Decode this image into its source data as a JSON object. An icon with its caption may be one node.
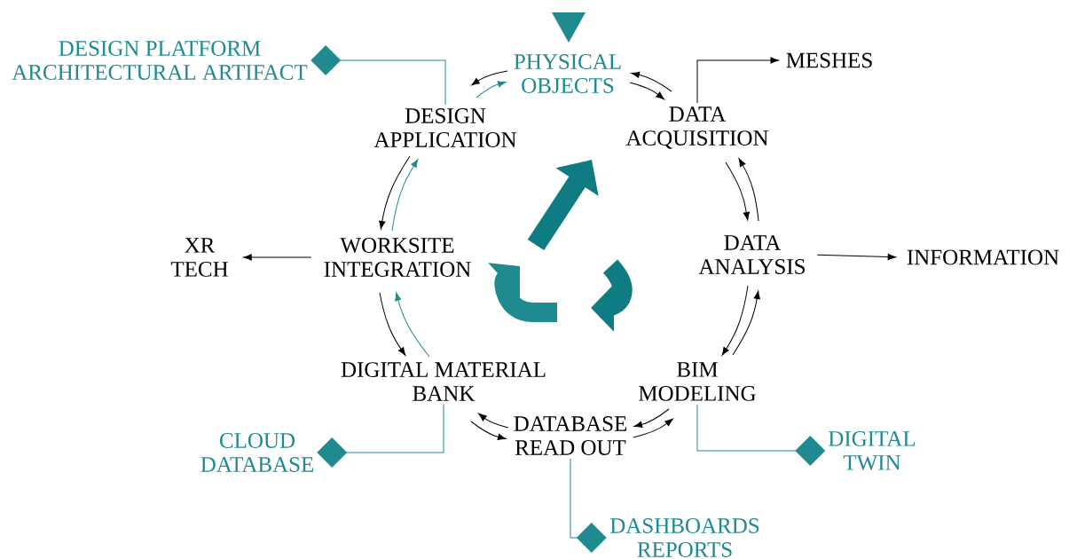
{
  "diagram": {
    "nodes": [
      {
        "text": [
          "PHYSICAL OBJECTS"
        ]
      },
      {
        "text": [
          "DATA ACQUISITION"
        ]
      },
      {
        "text": [
          "DATA ANALYSIS"
        ]
      },
      {
        "text": [
          "BIM MODELING"
        ]
      },
      {
        "text": [
          "DATABASE READ OUT"
        ]
      },
      {
        "text": [
          "DIGITAL MATERIAL BANK"
        ]
      },
      {
        "text": [
          "WORKSITE INTEGRATION"
        ]
      },
      {
        "text": [
          "DESIGN APPLICATION"
        ]
      },
      {
        "text": [
          "MESHES"
        ]
      },
      {
        "text": [
          "INFORMATION"
        ]
      },
      {
        "text": [
          "XR TECH"
        ]
      },
      {
        "text": [
          "DESIGN PLATFORM ARCHITECTURAL ARTIFACT"
        ]
      },
      {
        "text": [
          "CLOUD DATABASE"
        ]
      },
      {
        "text": [
          "DIGITAL TWIN"
        ]
      },
      {
        "text": [
          "DASHBOARDS REPORTS"
        ]
      }
    ],
    "edges": [
      {
        "from": 0,
        "to": 7,
        "arrow": "to"
      },
      {
        "from": 7,
        "to": 0,
        "arrow": "to",
        "color": "#1f8a8f"
      },
      {
        "from": 0,
        "to": 1,
        "arrow": "to"
      },
      {
        "from": 1,
        "to": 0,
        "arrow": "to"
      },
      {
        "from": 1,
        "to": 2,
        "arrow": "to"
      },
      {
        "from": 2,
        "to": 1,
        "arrow": "to"
      },
      {
        "from": 2,
        "to": 3,
        "arrow": "to"
      },
      {
        "from": 3,
        "to": 2,
        "arrow": "to"
      },
      {
        "from": 3,
        "to": 4,
        "arrow": "to"
      },
      {
        "from": 4,
        "to": 3,
        "arrow": "to"
      },
      {
        "from": 4,
        "to": 5,
        "arrow": "to"
      },
      {
        "from": 5,
        "to": 4,
        "arrow": "to"
      },
      {
        "from": 6,
        "to": 5,
        "arrow": "to"
      },
      {
        "from": 5,
        "to": 6,
        "arrow": "to",
        "color": "#1f8a8f"
      },
      {
        "from": 7,
        "to": 6,
        "arrow": "to"
      },
      {
        "from": 6,
        "to": 7,
        "arrow": "to",
        "color": "#1f8a8f"
      },
      {
        "from": 1,
        "to": 8,
        "arrow": "to"
      },
      {
        "from": 2,
        "to": 9,
        "arrow": "to"
      },
      {
        "from": 6,
        "to": 10,
        "arrow": "to"
      },
      {
        "from": 7,
        "to": 11,
        "arrow": "other",
        "color": "#1f8a8f"
      },
      {
        "from": 5,
        "to": 12,
        "arrow": "other",
        "color": "#1f8a8f"
      },
      {
        "from": 3,
        "to": 13,
        "arrow": "other",
        "color": "#1f8a8f"
      },
      {
        "from": 4,
        "to": 14,
        "arrow": "other",
        "color": "#1f8a8f"
      }
    ]
  }
}
